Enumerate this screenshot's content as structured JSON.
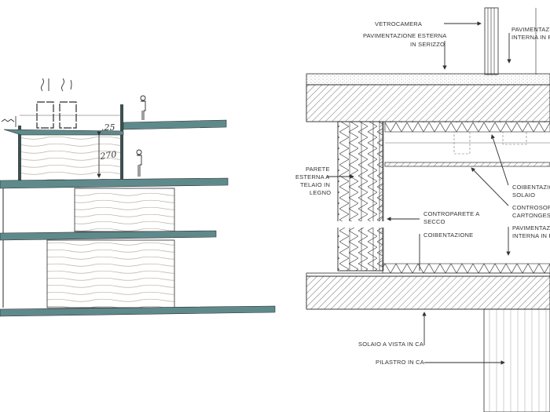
{
  "colors": {
    "slab": "#5f8a8c",
    "ink": "#2b2b2b",
    "wood": "#d8d2c4"
  },
  "sketch": {
    "dimension_top": ".25",
    "dimension_height": "270"
  },
  "detail": {
    "labels": {
      "vetrocamera": "VETROCAMERA",
      "pav_esterna_1": "PAVIMENTAZIONE  ESTERNA",
      "pav_esterna_2": "IN SERIZZO",
      "pav_interna_top_1": "PAVIMENTAZIO",
      "pav_interna_top_2": "INTERNA  IN PA",
      "parete_1": "PARETE",
      "parete_2": "ESTERNA A",
      "parete_3": "TELAIO IN",
      "parete_4": "LEGNO",
      "coib_solaio_1": "COIBENTAZIO",
      "coib_solaio_2": "SOLAIO",
      "controsoff_1": "CONTROSOFF",
      "controsoff_2": "CARTONGESS",
      "controparete_1": "CONTROPARETE  A",
      "controparete_2": "SECCO",
      "coibentazione": "COIBENTAZIONE",
      "pav_interna_bot_1": "PAVIMENTAZIO",
      "pav_interna_bot_2": "INTERNA  IN P",
      "solaio_vista": "SOLAIO A VISTA IN CA",
      "pilastro": "PILASTRO IN CA"
    }
  }
}
